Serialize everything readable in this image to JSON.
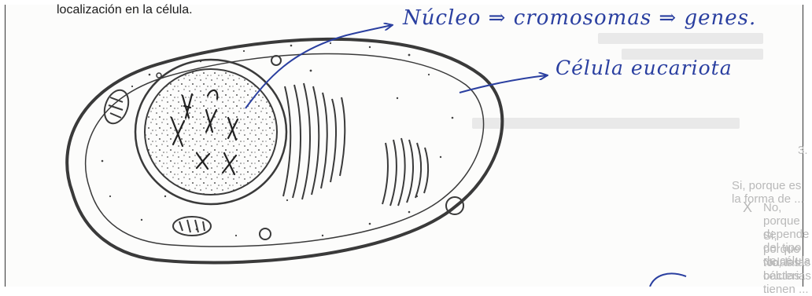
{
  "document": {
    "top_text": "localización en la célula."
  },
  "diagram": {
    "labels": {
      "nucleus": "Núcleo ⇒ cromosomas ⇒ genes.",
      "cell": "Célula eucariota"
    }
  },
  "background_text": [
    "3.",
    "X",
    "Si, porque es la forma de ...",
    "No, porque depende del tipo de célula ...",
    "Si, porque todas las células ...",
    "No, las bacterias tienen ..."
  ],
  "colors": {
    "ink_blue": "#2a3fa0",
    "pencil": "#3a3a3a",
    "faded_print": "#b9b9b9"
  }
}
